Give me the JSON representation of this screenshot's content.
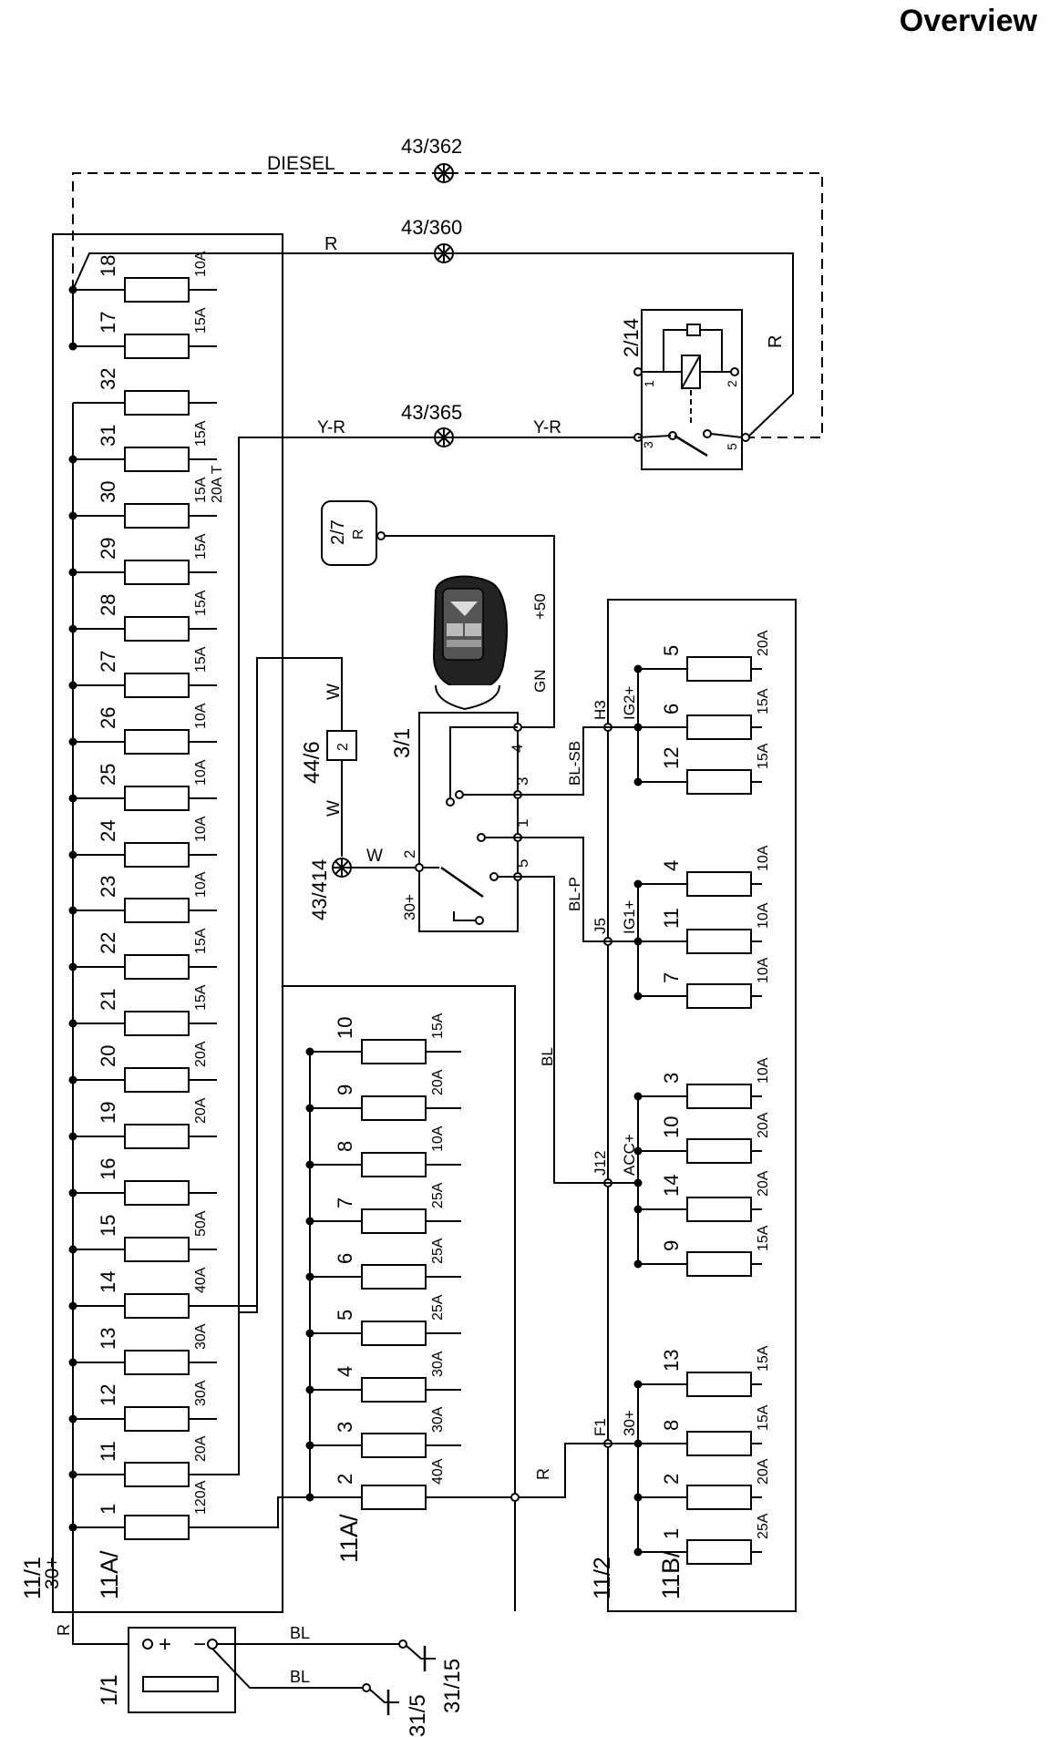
{
  "page": {
    "title": "Overview"
  },
  "wires": {
    "diesel": "DIESEL",
    "r_top": "R",
    "yr_left": "Y-R",
    "yr_right": "Y-R",
    "r_right": "R",
    "w_upper": "W",
    "w_lower": "W",
    "w_conn": "W",
    "gn": "GN",
    "plus50": "+50",
    "bl_sb": "BL-SB",
    "bl_p": "BL-P",
    "bl_mid": "BL",
    "r_f1": "R",
    "r_batt": "R",
    "bl_31_15": "BL",
    "bl_31_5": "BL"
  },
  "connectors": {
    "c43_362": "43/362",
    "c43_360": "43/360",
    "c43_365": "43/365",
    "c43_414": "43/414"
  },
  "components": {
    "relay_2_14": {
      "name": "2/14",
      "pins": [
        "1",
        "2",
        "3",
        "5"
      ]
    },
    "starter_2_7": {
      "name": "2/7",
      "sub": "R"
    },
    "switch_3_1": {
      "name": "3/1",
      "pins": [
        "4",
        "3",
        "1",
        "2",
        "5"
      ],
      "feed": "30+"
    },
    "relay_44_6": {
      "name": "44/6",
      "pin": "2"
    },
    "battery_1_1": {
      "name": "1/1",
      "plus": "+",
      "minus": "−"
    },
    "ground_31_15": "31/15",
    "ground_31_5": "31/5",
    "fusebox_11_1": {
      "name": "11/1",
      "feed": "30+",
      "main_label": "11A/",
      "sub_label": "11A/"
    },
    "fusebox_11_2": {
      "name": "11/2",
      "sub_label": "11B/"
    }
  },
  "fuses_11A_main": [
    {
      "num": "18",
      "rating": "10A"
    },
    {
      "num": "17",
      "rating": "15A"
    },
    {
      "num": "32",
      "rating": ""
    },
    {
      "num": "31",
      "rating": "15A"
    },
    {
      "num": "30",
      "rating": "15A",
      "extra": "20A T"
    },
    {
      "num": "29",
      "rating": "15A"
    },
    {
      "num": "28",
      "rating": "15A"
    },
    {
      "num": "27",
      "rating": "15A"
    },
    {
      "num": "26",
      "rating": "10A"
    },
    {
      "num": "25",
      "rating": "10A"
    },
    {
      "num": "24",
      "rating": "10A"
    },
    {
      "num": "23",
      "rating": "10A"
    },
    {
      "num": "22",
      "rating": "15A"
    },
    {
      "num": "21",
      "rating": "15A"
    },
    {
      "num": "20",
      "rating": "20A"
    },
    {
      "num": "19",
      "rating": "20A"
    },
    {
      "num": "16",
      "rating": ""
    },
    {
      "num": "15",
      "rating": "50A"
    },
    {
      "num": "14",
      "rating": "40A"
    },
    {
      "num": "13",
      "rating": "30A"
    },
    {
      "num": "12",
      "rating": "30A"
    },
    {
      "num": "11",
      "rating": "20A"
    },
    {
      "num": "1",
      "rating": "120A"
    }
  ],
  "fuses_11A_sub": [
    {
      "num": "10",
      "rating": "15A"
    },
    {
      "num": "9",
      "rating": "20A"
    },
    {
      "num": "8",
      "rating": "10A"
    },
    {
      "num": "7",
      "rating": "25A"
    },
    {
      "num": "6",
      "rating": "25A"
    },
    {
      "num": "5",
      "rating": "25A"
    },
    {
      "num": "4",
      "rating": "30A"
    },
    {
      "num": "3",
      "rating": "30A"
    },
    {
      "num": "2",
      "rating": "40A"
    }
  ],
  "fuse_groups_11B": [
    {
      "bus": "IG2+",
      "conn": "H3",
      "fuses": [
        {
          "num": "5",
          "rating": "20A"
        },
        {
          "num": "6",
          "rating": "15A"
        },
        {
          "num": "12",
          "rating": "15A"
        }
      ]
    },
    {
      "bus": "IG1+",
      "conn": "J5",
      "fuses": [
        {
          "num": "4",
          "rating": "10A"
        },
        {
          "num": "11",
          "rating": "10A"
        },
        {
          "num": "7",
          "rating": "10A"
        }
      ]
    },
    {
      "bus": "ACC+",
      "conn": "J12",
      "fuses": [
        {
          "num": "3",
          "rating": "10A"
        },
        {
          "num": "10",
          "rating": "20A"
        },
        {
          "num": "14",
          "rating": "20A"
        },
        {
          "num": "9",
          "rating": "15A"
        }
      ]
    },
    {
      "bus": "30+",
      "conn": "F1",
      "fuses": [
        {
          "num": "13",
          "rating": "15A"
        },
        {
          "num": "8",
          "rating": "15A"
        },
        {
          "num": "2",
          "rating": "20A"
        },
        {
          "num": "1",
          "rating": "25A"
        }
      ]
    }
  ]
}
